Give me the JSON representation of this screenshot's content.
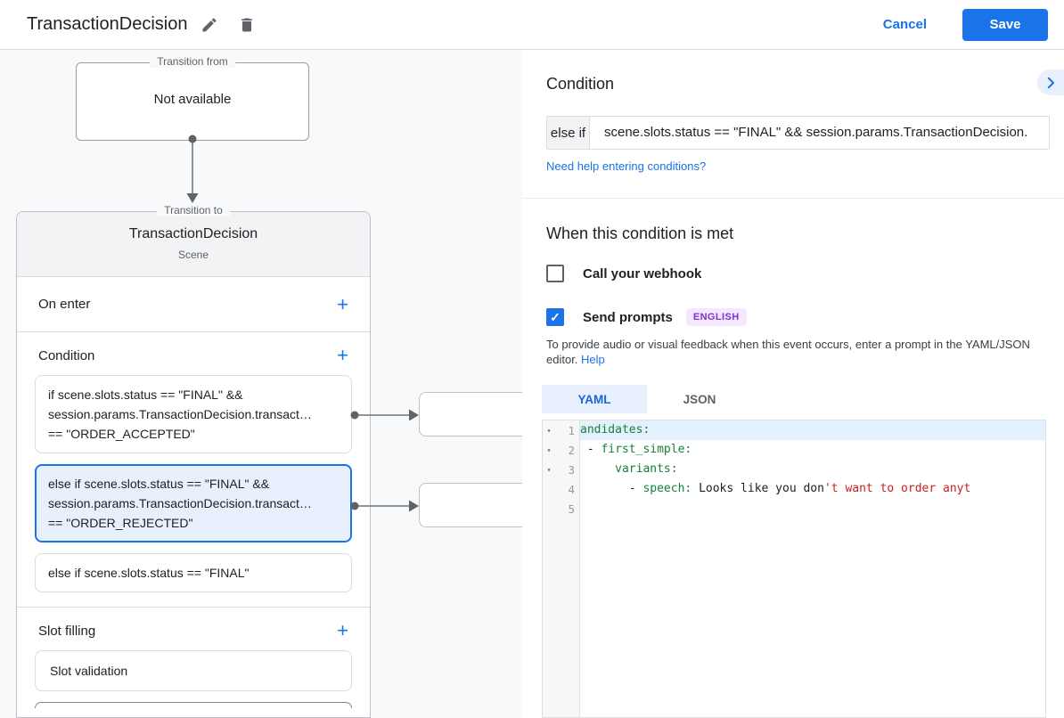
{
  "icons": {
    "plus": "+",
    "check": "✓",
    "fold": "▾"
  },
  "colors": {
    "accent_blue": "#1a73e8",
    "tab_blue": "#1967d2",
    "selected_card_bg": "#e8f0fe",
    "selected_card_border": "#1a73e8",
    "yaml_key_green": "#188038",
    "yaml_string_red": "#c5221f",
    "badge_purple_text": "#8430ce",
    "badge_purple_bg": "#f3e8fd",
    "canvas_bg": "#f8f9fa",
    "card_header_bg": "#f1f3f4"
  },
  "header": {
    "title": "TransactionDecision",
    "cancel_label": "Cancel",
    "save_label": "Save"
  },
  "diagram": {
    "transition_from": {
      "label": "Transition from",
      "value": "Not available"
    },
    "scene": {
      "label": "Transition to",
      "title": "TransactionDecision",
      "subtitle": "Scene",
      "on_enter": {
        "label": "On enter"
      },
      "condition": {
        "label": "Condition",
        "cards": [
          {
            "selected": false,
            "lines": [
              "if scene.slots.status == \"FINAL\" &&",
              "session.params.TransactionDecision.transact…",
              "== \"ORDER_ACCEPTED\""
            ]
          },
          {
            "selected": true,
            "lines": [
              "else if scene.slots.status == \"FINAL\" &&",
              "session.params.TransactionDecision.transact…",
              "== \"ORDER_REJECTED\""
            ]
          },
          {
            "selected": false,
            "lines": [
              "else if scene.slots.status == \"FINAL\""
            ]
          }
        ]
      },
      "slot_filling": {
        "label": "Slot filling",
        "cards": [
          {
            "text": "Slot validation"
          }
        ]
      }
    }
  },
  "panel": {
    "title": "Condition",
    "condition_input": {
      "prefix": "else if",
      "value": "scene.slots.status == \"FINAL\" && session.params.TransactionDecision."
    },
    "help_link": "Need help entering conditions?",
    "when_met": {
      "title": "When this condition is met",
      "webhook": {
        "label": "Call your webhook",
        "checked": false
      },
      "send_prompts": {
        "label": "Send prompts",
        "badge": "ENGLISH",
        "checked": true
      },
      "description": "To provide audio or visual feedback when this event occurs, enter a prompt in the YAML/JSON editor.",
      "help_label": "Help"
    },
    "tabs": [
      {
        "label": "YAML",
        "active": true
      },
      {
        "label": "JSON",
        "active": false
      }
    ],
    "editor": {
      "lines": [
        {
          "num": "1",
          "fold": true,
          "highlight": true,
          "tokens": [
            {
              "t": "andidates:",
              "c": "key"
            }
          ]
        },
        {
          "num": "2",
          "fold": true,
          "tokens": [
            {
              "t": " - ",
              "c": "plain"
            },
            {
              "t": "first_simple:",
              "c": "key"
            }
          ]
        },
        {
          "num": "3",
          "fold": true,
          "tokens": [
            {
              "t": "     ",
              "c": "plain"
            },
            {
              "t": "variants:",
              "c": "key"
            }
          ]
        },
        {
          "num": "4",
          "fold": false,
          "tokens": [
            {
              "t": "       - ",
              "c": "plain"
            },
            {
              "t": "speech:",
              "c": "key"
            },
            {
              "t": " Looks like you don",
              "c": "plain"
            },
            {
              "t": "'t want to order anyt",
              "c": "string"
            }
          ]
        },
        {
          "num": "5",
          "fold": false,
          "tokens": []
        }
      ]
    }
  }
}
